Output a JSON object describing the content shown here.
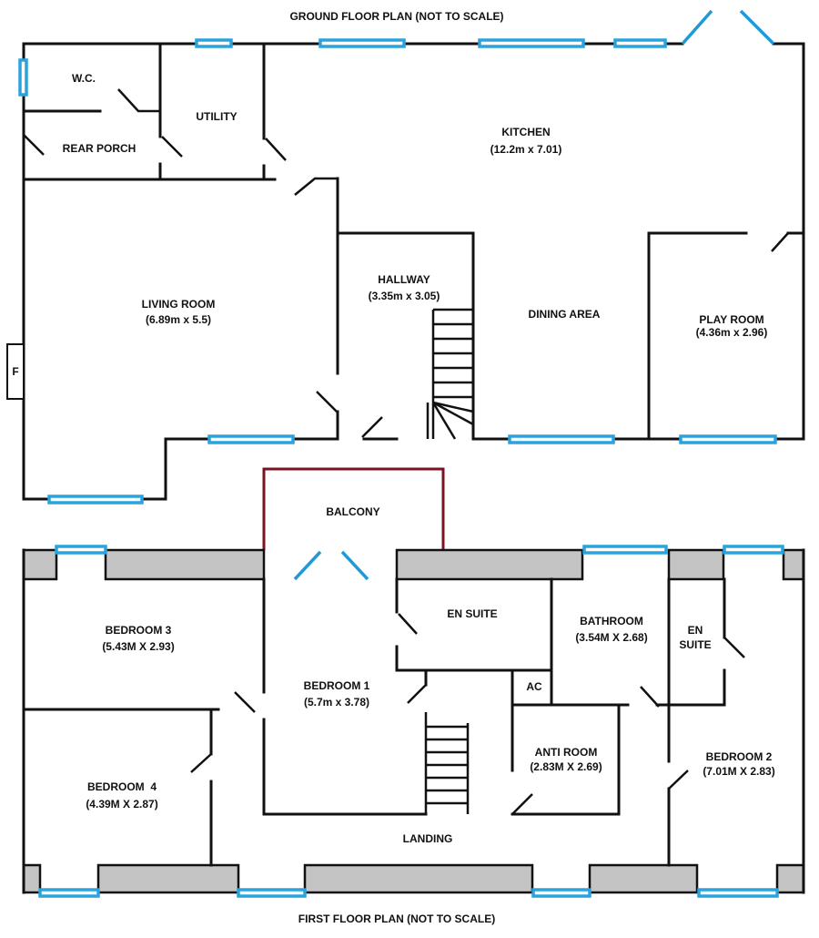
{
  "ground_floor": {
    "title": "GROUND FLOOR PLAN (NOT TO SCALE)",
    "rooms": {
      "wc": {
        "name": "W.C."
      },
      "utility": {
        "name": "UTILITY"
      },
      "rear_porch": {
        "name": "REAR PORCH"
      },
      "kitchen": {
        "name": "KITCHEN",
        "size": "(12.2m x 7.01)"
      },
      "living_room": {
        "name": "LIVING ROOM",
        "size": "(6.89m x 5.5)"
      },
      "hallway": {
        "name": "HALLWAY",
        "size": "(3.35m x 3.05)"
      },
      "dining_area": {
        "name": "DINING AREA"
      },
      "play_room": {
        "name": "PLAY ROOM",
        "size": "(4.36m x 2.96)"
      },
      "fireplace": {
        "name": "F"
      }
    }
  },
  "first_floor": {
    "title": "FIRST FLOOR PLAN (NOT TO SCALE)",
    "rooms": {
      "balcony": {
        "name": "BALCONY"
      },
      "bedroom3": {
        "name": "BEDROOM 3",
        "size": "(5.43M X 2.93)"
      },
      "en_suite_1": {
        "name": "EN SUITE"
      },
      "bathroom": {
        "name": "BATHROOM",
        "size": "(3.54M X 2.68)"
      },
      "en_suite_2": {
        "line1": "EN",
        "line2": "SUITE"
      },
      "bedroom1": {
        "name": "BEDROOM 1",
        "size": "(5.7m x 3.78)"
      },
      "ac": {
        "name": "AC"
      },
      "anti_room": {
        "name": "ANTI ROOM",
        "size": "(2.83M X 2.69)"
      },
      "bedroom2": {
        "name": "BEDROOM 2",
        "size": "(7.01M X 2.83)"
      },
      "bedroom4": {
        "name": "BEDROOM  4",
        "size": "(4.39M X 2.87)"
      },
      "landing": {
        "name": "LANDING"
      }
    }
  }
}
